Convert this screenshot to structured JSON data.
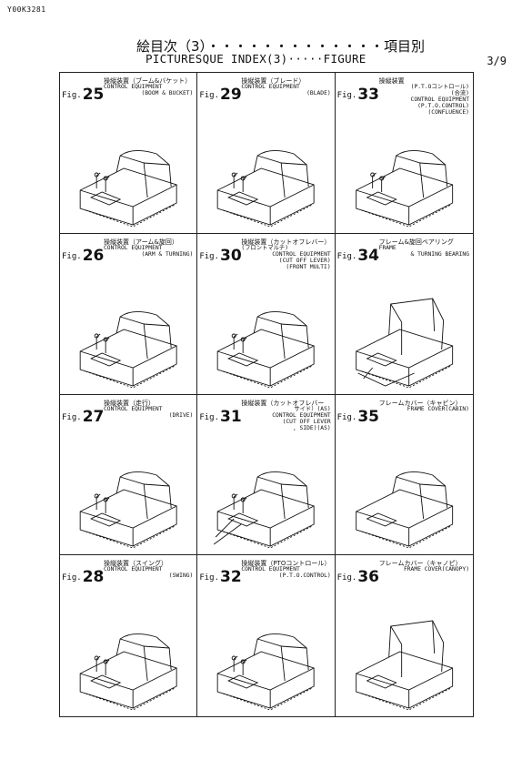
{
  "doc_code": "Y00K3281",
  "title_jp": "絵目次（3）・・・・・・・・・・・・・項目別",
  "title_en": "PICTURESQUE INDEX(3)·····FIGURE",
  "page": "3/9",
  "cells": [
    {
      "fig_prefix": "Fig.",
      "fig_num": "25",
      "jp": "操縦装置（ブーム&バケット）",
      "lines": [
        "CONTROL EQUIPMENT",
        "(BOOM & BUCKET)"
      ]
    },
    {
      "fig_prefix": "Fig.",
      "fig_num": "29",
      "jp": "操縦装置（ブレード）",
      "lines": [
        "CONTROL EQUIPMENT",
        "(BLADE)"
      ]
    },
    {
      "fig_prefix": "Fig.",
      "fig_num": "33",
      "jp": "操縦装置",
      "lines": [
        "(P.T.Oコントロール)",
        "(合流)",
        "CONTROL EQUIPMENT",
        "(P.T.O.CONTROL)",
        "(CONFLUENCE)"
      ]
    },
    {
      "fig_prefix": "Fig.",
      "fig_num": "26",
      "jp": "操縦装置（アーム&旋回）",
      "lines": [
        "CONTROL EQUIPMENT",
        "(ARM & TURNING)"
      ]
    },
    {
      "fig_prefix": "Fig.",
      "fig_num": "30",
      "jp": "操縦装置（カットオフレバー）",
      "lines": [
        "(フロントマルチ)",
        "CONTROL EQUIPMENT",
        "(CUT OFF LEVER)",
        "(FRONT MULTI)"
      ]
    },
    {
      "fig_prefix": "Fig.",
      "fig_num": "34",
      "jp": "フレーム&旋回ベアリング",
      "lines": [
        "FRAME",
        "& TURNING BEARING"
      ]
    },
    {
      "fig_prefix": "Fig.",
      "fig_num": "27",
      "jp": "操縦装置（走行）",
      "lines": [
        "CONTROL EQUIPMENT",
        "(DRIVE)"
      ]
    },
    {
      "fig_prefix": "Fig.",
      "fig_num": "31",
      "jp": "操縦装置（カットオフレバー",
      "lines": [
        "サイド）(AS)",
        "CONTROL EQUIPMENT",
        "(CUT OFF LEVER",
        ", SIDE)(AS)"
      ]
    },
    {
      "fig_prefix": "Fig.",
      "fig_num": "35",
      "jp": "フレームカバー（キャビン）",
      "lines": [
        "FRAME COVER(CABIN)"
      ]
    },
    {
      "fig_prefix": "Fig.",
      "fig_num": "28",
      "jp": "操縦装置（スイング）",
      "lines": [
        "CONTROL EQUIPMENT",
        "(SWING)"
      ]
    },
    {
      "fig_prefix": "Fig.",
      "fig_num": "32",
      "jp": "操縦装置（PTOコントロール）",
      "lines": [
        "CONTROL EQUIPMENT",
        "(P.T.O.CONTROL)"
      ]
    },
    {
      "fig_prefix": "Fig.",
      "fig_num": "36",
      "jp": "フレームカバー（キャノピ）",
      "lines": [
        "FRAME COVER(CANOPY)"
      ]
    }
  ]
}
